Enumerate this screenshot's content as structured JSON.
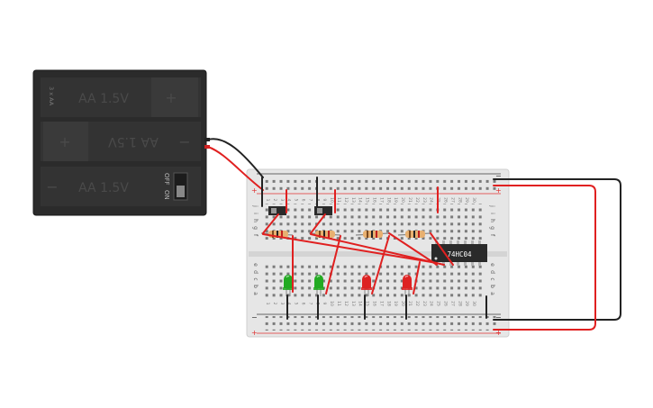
{
  "battery": {
    "label": "3 x AA",
    "cells": [
      "AA 1.5V",
      "AA 1.5V",
      "AA 1.5V"
    ],
    "plus": "+",
    "minus": "−",
    "switch_off": "OFF",
    "switch_on": "ON"
  },
  "breadboard": {
    "rail_plus": "+",
    "rail_minus": "−",
    "row_letters_top": [
      "j",
      "i",
      "h",
      "g",
      "f"
    ],
    "row_letters_bottom": [
      "e",
      "d",
      "c",
      "b",
      "a"
    ],
    "column_count": 30
  },
  "chip": {
    "label": "74HC04"
  },
  "leds": [
    {
      "name": "led-green-1",
      "color": "#22aa22"
    },
    {
      "name": "led-green-2",
      "color": "#22aa22"
    },
    {
      "name": "led-red-1",
      "color": "#dd2222"
    },
    {
      "name": "led-red-2",
      "color": "#dd2222"
    }
  ],
  "colors": {
    "wire_red": "#e02020",
    "wire_black": "#222222",
    "board": "#e6e6e6",
    "battery_case": "#2b2b2b"
  }
}
